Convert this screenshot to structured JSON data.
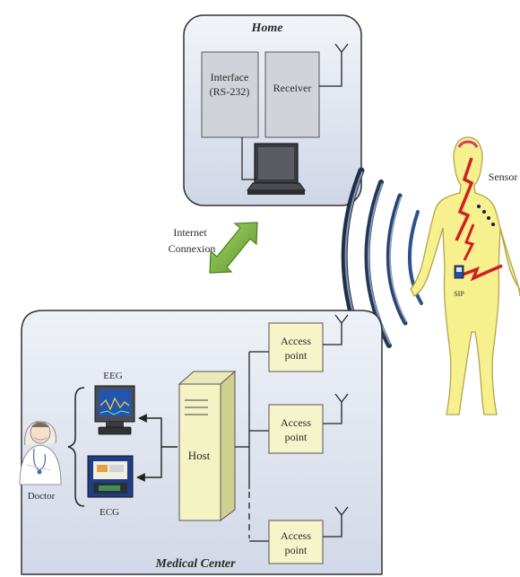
{
  "home": {
    "title": "Home",
    "interface": {
      "line1": "Interface",
      "line2": "(RS-232)"
    },
    "receiver": "Receiver"
  },
  "internet": {
    "line1": "Internet",
    "line2": "Connexion"
  },
  "body": {
    "sensor_label": "Sensor",
    "sip_label": "SIP"
  },
  "medical": {
    "title": "Medical Center",
    "host": "Host",
    "eeg": "EEG",
    "ecg": "ECG",
    "doctor": "Doctor",
    "access_points": [
      {
        "line1": "Access",
        "line2": "point"
      },
      {
        "line1": "Access",
        "line2": "point"
      },
      {
        "line1": "Access",
        "line2": "point"
      }
    ]
  },
  "colors": {
    "panel_fill": "#e6eaf2",
    "box_fill": "#d0d3d9",
    "ap_fill": "#f6f4c9",
    "body_fill": "#f7f08f",
    "arrow_green": "#7bb13c",
    "wave_blue": "#2c4a7c"
  }
}
